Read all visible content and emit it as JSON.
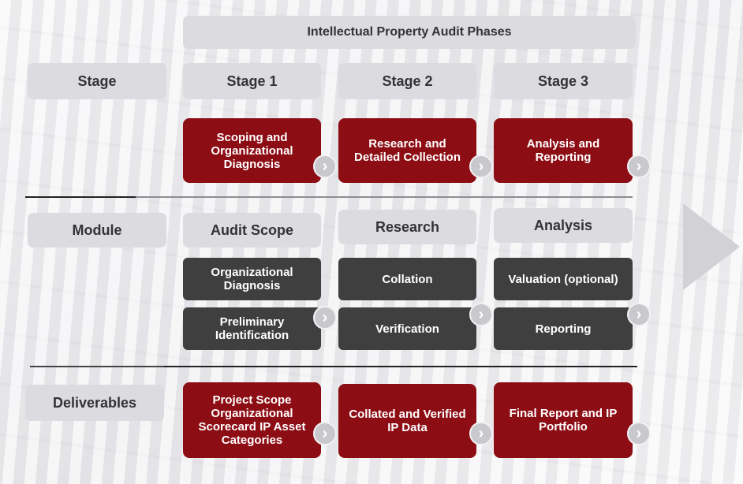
{
  "title": "Intellectual Property Audit Phases",
  "rows": {
    "stage": {
      "label": "Stage",
      "columns": [
        "Stage 1",
        "Stage 2",
        "Stage 3"
      ],
      "boxes": [
        "Scoping and Organizational Diagnosis",
        "Research and Detailed Collection",
        "Analysis and Reporting"
      ]
    },
    "module": {
      "label": "Module",
      "columns": [
        "Audit Scope",
        "Research",
        "Analysis"
      ],
      "boxes_top": [
        "Organizational Diagnosis",
        "Collation",
        "Valuation (optional)"
      ],
      "boxes_bottom": [
        "Preliminary Identification",
        "Verification",
        "Reporting"
      ]
    },
    "deliverables": {
      "label": "Deliverables",
      "boxes": [
        "Project Scope Organizational Scorecard IP Asset Categories",
        "Collated and Verified IP Data",
        "Final Report and IP Portfolio"
      ]
    }
  },
  "arrow_glyph": "›",
  "colors": {
    "header": "#dcdbe0",
    "red": "#8d0d14",
    "dark": "#3f3f3f",
    "arrow": "#c9c8cd"
  }
}
